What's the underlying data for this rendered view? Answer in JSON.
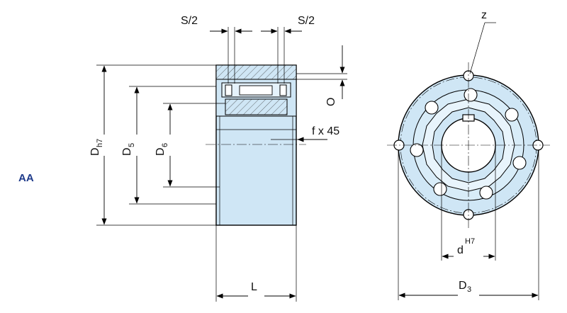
{
  "variant_tag": "AA",
  "labels": {
    "s_half_left": "S/2",
    "s_half_right": "S/2",
    "z": "z",
    "o": "O",
    "chamfer": "f x 45",
    "dh7_main": "D",
    "dh7_sub": "h7",
    "d5_main": "D",
    "d5_sub": "5",
    "d6_main": "D",
    "d6_sub": "6",
    "length": "L",
    "bore_main": "d",
    "bore_sup": "H7",
    "d3_main": "D",
    "d3_sub": "3"
  },
  "colors": {
    "body_fill": "#cfe6f5",
    "outline": "#000000",
    "tag": "#1e3a8a"
  }
}
